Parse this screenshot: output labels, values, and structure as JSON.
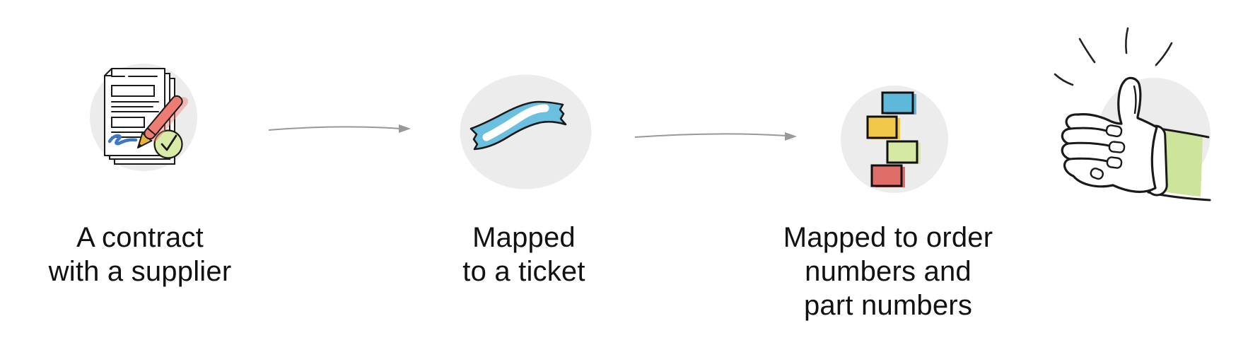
{
  "flow": {
    "title": "contract-to-order mapping flow",
    "steps": [
      {
        "id": "contract",
        "icon": "signed-contract-icon",
        "lines": [
          "A contract",
          "with a supplier"
        ]
      },
      {
        "id": "ticket",
        "icon": "ticket-ribbon-icon",
        "lines": [
          "Mapped",
          "to a ticket"
        ]
      },
      {
        "id": "orders",
        "icon": "order-part-blocks-icon",
        "lines": [
          "Mapped to order",
          "numbers and",
          "part numbers"
        ]
      },
      {
        "id": "approved",
        "icon": "thumbs-up-icon",
        "lines": []
      }
    ],
    "connectors": [
      {
        "from": "contract",
        "to": "ticket"
      },
      {
        "from": "ticket",
        "to": "orders"
      }
    ]
  },
  "colors": {
    "background": "#ffffff",
    "text": "#111111",
    "circle_bg": "#ececec",
    "arrow": "#999999",
    "outline": "#1a1a1a",
    "pen_red": "#ed7d72",
    "nib_gold": "#e8b23c",
    "signature_blue": "#3c78c4",
    "check_green": "#d9eca6",
    "ticket_blue": "#6bc0e0",
    "block_blue": "#5eb8d9",
    "block_yellow": "#f2c84b",
    "block_green": "#d5e8a4",
    "block_red": "#e06e68",
    "sleeve_green": "#cde49b"
  }
}
